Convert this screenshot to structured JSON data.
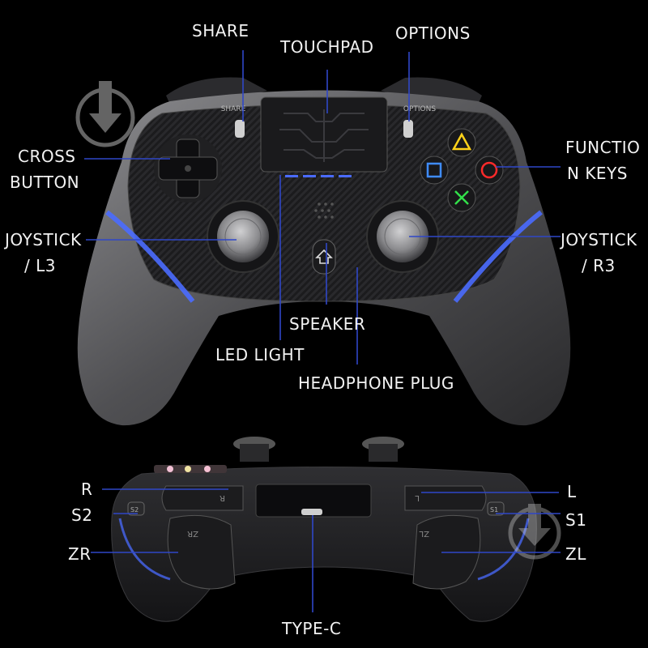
{
  "colors": {
    "background": "#000000",
    "leader_line": "#2f47c8",
    "led": "#4a6bff",
    "triangle": "#ffd21a",
    "circle": "#ff2a2a",
    "square": "#3f8cff",
    "cross": "#32e04a"
  },
  "top_labels": {
    "share": "SHARE",
    "touchpad": "TOUCHPAD",
    "options": "OPTIONS",
    "cross_button_1": "CROSS",
    "cross_button_2": "BUTTON",
    "function_keys_1": "FUNCTIO",
    "function_keys_2": "N KEYS",
    "joystick_l3_1": "JOYSTICK",
    "joystick_l3_2": "/ L3",
    "joystick_r3_1": "JOYSTICK",
    "joystick_r3_2": "/ R3",
    "speaker": "SPEAKER",
    "led_light": "LED LIGHT",
    "headphone_plug": "HEADPHONE PLUG"
  },
  "bottom_labels": {
    "r": "R",
    "s2": "S2",
    "zr": "ZR",
    "l": "L",
    "s1": "S1",
    "zl": "ZL",
    "type_c": "TYPE-C"
  },
  "controller_markings": {
    "share": "SHARE",
    "options": "OPTIONS",
    "r": "R",
    "l": "L",
    "zr": "ZR",
    "zl": "ZL",
    "s1": "S1",
    "s2": "S2"
  },
  "icons": [
    "download-watermark-icon",
    "triangle-icon",
    "circle-icon",
    "square-icon",
    "cross-icon",
    "home-icon"
  ]
}
